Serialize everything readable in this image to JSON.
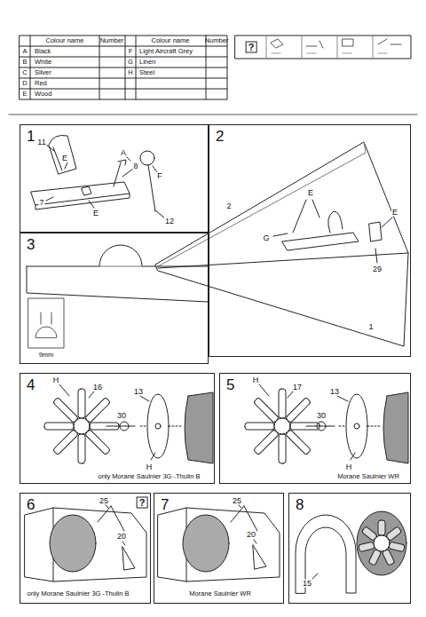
{
  "diagram": {
    "nodes": [
      {
        "text": [
          "1"
        ]
      },
      {
        "text": [
          "2"
        ]
      },
      {
        "text": [
          "3"
        ]
      },
      {
        "text": [
          "4"
        ]
      },
      {
        "text": [
          "5"
        ]
      },
      {
        "text": [
          "6"
        ]
      },
      {
        "text": [
          "7"
        ]
      },
      {
        "text": [
          "8"
        ]
      }
    ],
    "labels": [
      "Colour name",
      "Number",
      "Colour name",
      "Number",
      "A",
      "Black",
      "F",
      "Light Aircraft Grey",
      "B",
      "White",
      "G",
      "Linen",
      "C",
      "Silver",
      "H",
      "Steel",
      "D",
      "Red",
      "E",
      "Wood",
      "?",
      "11",
      "E",
      "A",
      "8",
      "F",
      "7",
      "E",
      "12",
      "2",
      "E",
      "G",
      "E",
      "29",
      "1",
      "9mm",
      "H",
      "16",
      "30",
      "13",
      "H",
      "only Morane Saulnier 3G -Thulin B",
      "H",
      "17",
      "30",
      "13",
      "H",
      "Morane Saulnier WR",
      "25",
      "20",
      "only Morane Saulnier 3G -Thulin B",
      "?",
      "25",
      "20",
      "Morane Saulnier WR",
      "15"
    ]
  }
}
